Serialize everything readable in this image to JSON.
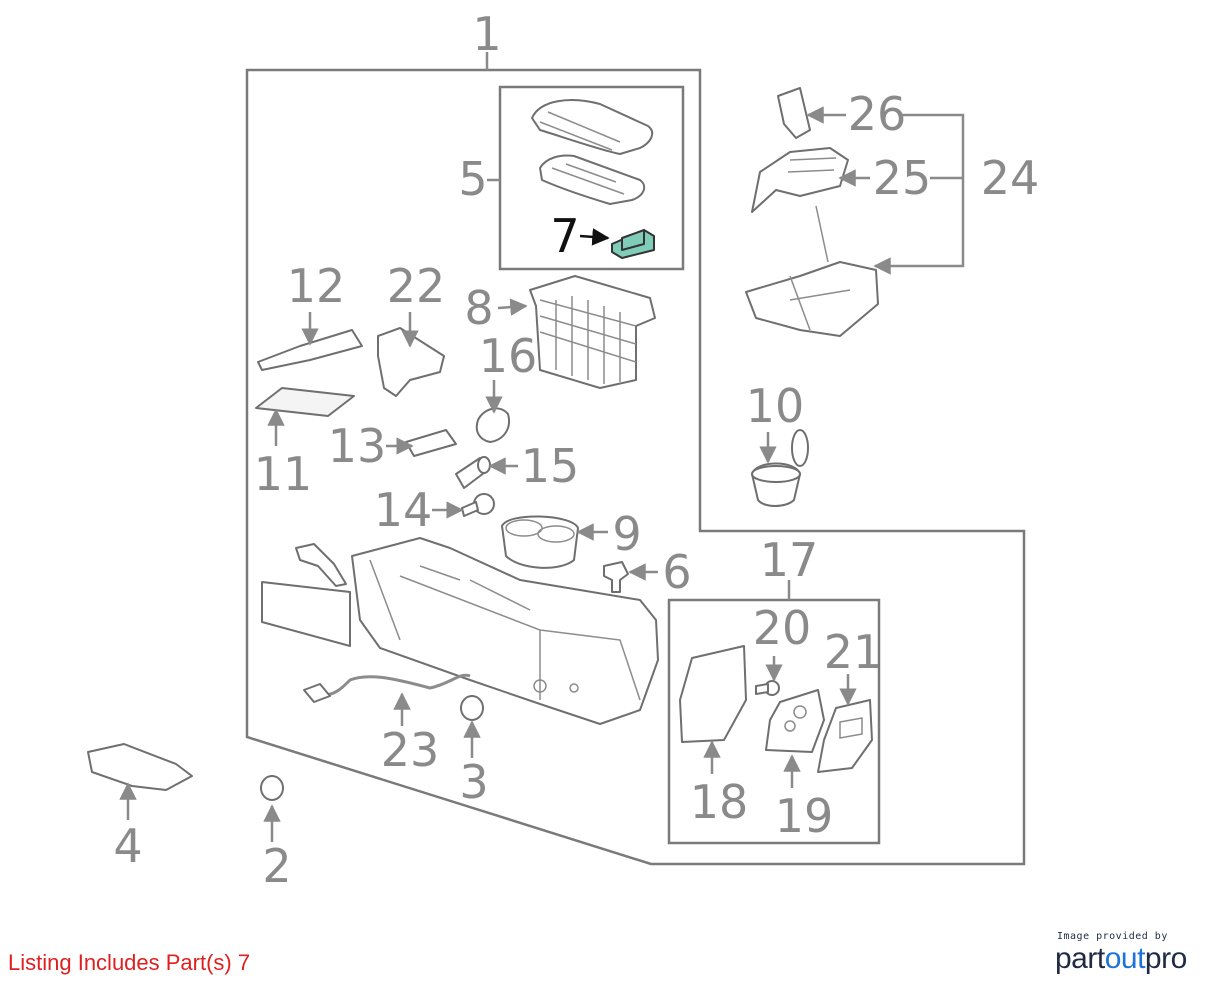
{
  "callouts": [
    {
      "num": "1"
    },
    {
      "num": "2"
    },
    {
      "num": "3"
    },
    {
      "num": "4"
    },
    {
      "num": "5"
    },
    {
      "num": "6"
    },
    {
      "num": "7",
      "highlighted": true
    },
    {
      "num": "8"
    },
    {
      "num": "9"
    },
    {
      "num": "10"
    },
    {
      "num": "11"
    },
    {
      "num": "12"
    },
    {
      "num": "13"
    },
    {
      "num": "14"
    },
    {
      "num": "15"
    },
    {
      "num": "16"
    },
    {
      "num": "17"
    },
    {
      "num": "18"
    },
    {
      "num": "19"
    },
    {
      "num": "20"
    },
    {
      "num": "21"
    },
    {
      "num": "22"
    },
    {
      "num": "23"
    },
    {
      "num": "24"
    },
    {
      "num": "25"
    },
    {
      "num": "26"
    }
  ],
  "highlighted_part": "7",
  "highlight_color": "#7fcdb8",
  "listing_text": "Listing Includes Part(s) 7",
  "listing_color": "#e02020",
  "credit": {
    "small": "Image provided by",
    "brand_part1": "part",
    "brand_part2": "out",
    "brand_part3": "pro"
  }
}
